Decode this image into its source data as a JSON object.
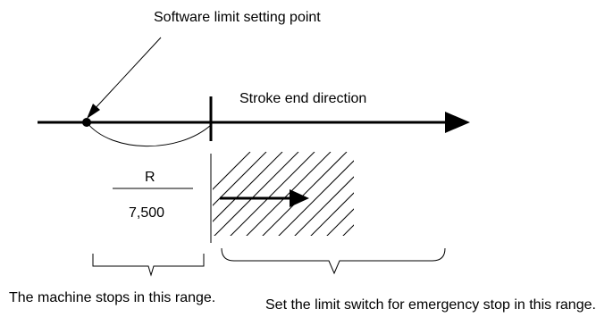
{
  "labels": {
    "setting_point": "Software limit setting point",
    "stroke_direction": "Stroke end direction",
    "r_symbol": "R",
    "r_value": "7,500"
  },
  "captions": {
    "left": "The machine stops in this range.",
    "right": "Set the limit switch for emergency stop in this range."
  }
}
